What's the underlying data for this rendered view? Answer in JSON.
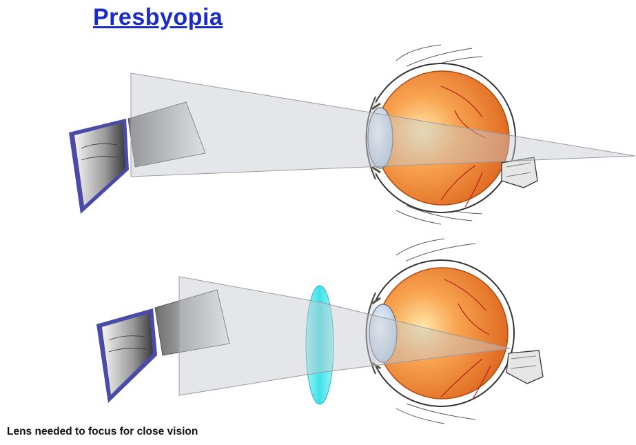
{
  "title": "Presbyopia",
  "caption": "Lens needed to focus for close vision",
  "colors": {
    "title": "#1a2bc8",
    "book_border": "#4a4aa8",
    "corrective_lens": "#3fe0ea",
    "eye_inner": "#e8742a",
    "sclera": "#ffffff",
    "light_cone": "#c9cbd2"
  },
  "panels": [
    {
      "name": "uncorrected",
      "focus": "behind-retina"
    },
    {
      "name": "corrected",
      "focus": "on-retina",
      "has_corrective_lens": true
    }
  ]
}
